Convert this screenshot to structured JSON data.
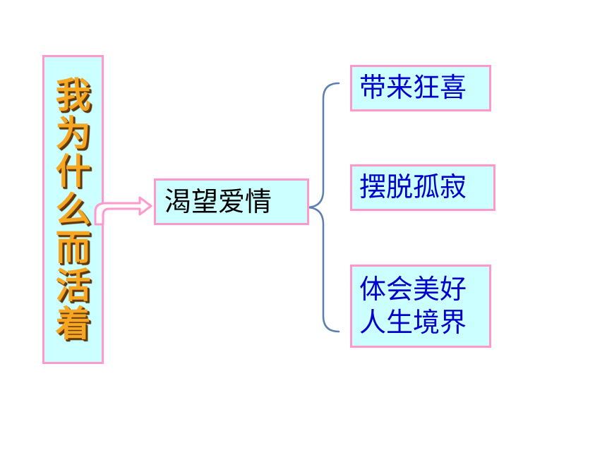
{
  "main": {
    "title_chars": [
      "我",
      "为",
      "什",
      "么",
      "而",
      "活",
      "着"
    ],
    "center": "渴望爱情",
    "branches": [
      {
        "lines": [
          "带来狂喜"
        ]
      },
      {
        "lines": [
          "摆脱孤寂"
        ]
      },
      {
        "lines": [
          "体会美好",
          "人生境界"
        ]
      }
    ]
  },
  "colors": {
    "box_fill": "#ccffff",
    "box_border": "#ff99cc",
    "title_text": "#f5a623",
    "branch_text": "#0000cc",
    "brace": "#5b7fb5"
  }
}
